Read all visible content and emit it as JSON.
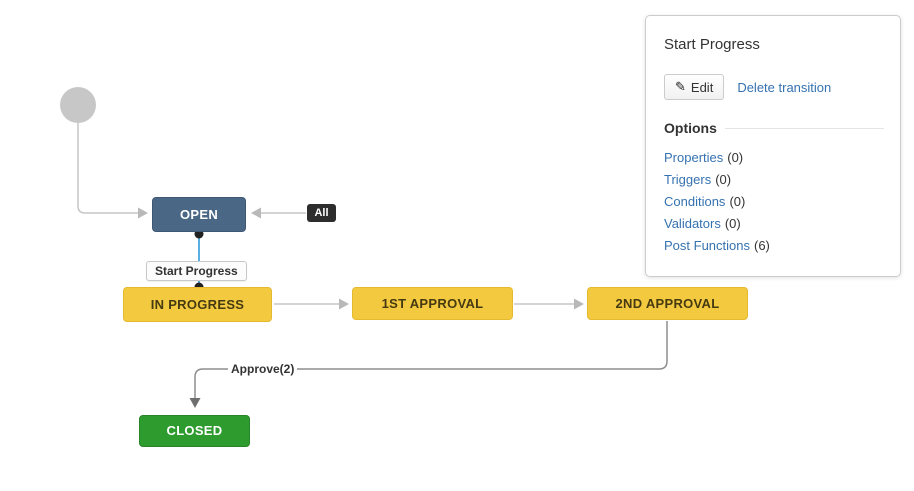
{
  "panel": {
    "title": "Start Progress",
    "edit_label": "Edit",
    "delete_label": "Delete transition",
    "options_heading": "Options",
    "options_links": [
      {
        "label": "Properties",
        "count": "(0)"
      },
      {
        "label": "Triggers",
        "count": "(0)"
      },
      {
        "label": "Conditions",
        "count": "(0)"
      },
      {
        "label": "Validators",
        "count": "(0)"
      },
      {
        "label": "Post Functions",
        "count": "(6)"
      }
    ],
    "link_color": "#3572b0"
  },
  "diagram": {
    "nodes": [
      {
        "id": "open",
        "label": "OPEN",
        "color": "#4a6785"
      },
      {
        "id": "in-progress",
        "label": "IN PROGRESS",
        "color": "#f3c940"
      },
      {
        "id": "1st-approval",
        "label": "1ST APPROVAL",
        "color": "#f3c940"
      },
      {
        "id": "2nd-approval",
        "label": "2ND APPROVAL",
        "color": "#f3c940"
      },
      {
        "id": "closed",
        "label": "CLOSED",
        "color": "#2e9b2e"
      }
    ],
    "transitions": {
      "all_label": "All",
      "start_progress_label": "Start Progress",
      "approve_label": "Approve(2)"
    },
    "colors": {
      "connector": "#c5c5c5",
      "connector_dark": "#8e8e8e",
      "selected_transition": "#59afe1",
      "endpoint_dot": "#222222",
      "start_node": "#c7c7c7"
    }
  }
}
